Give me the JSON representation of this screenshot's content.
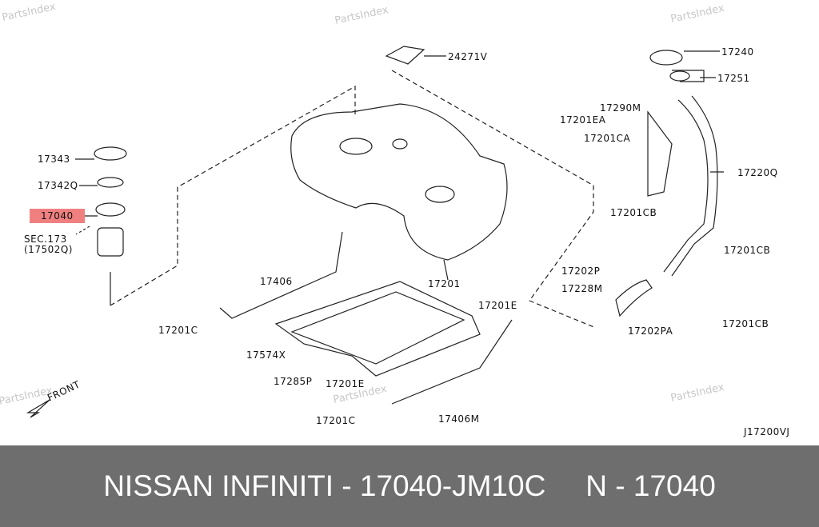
{
  "watermark": "PartsIndex",
  "labels": {
    "l24271V": "24271V",
    "l17240": "17240",
    "l17251": "17251",
    "l17290M": "17290M",
    "l17201EA": "17201EA",
    "l17201CA": "17201CA",
    "l17220Q": "17220Q",
    "l17343": "17343",
    "l17342Q": "17342Q",
    "l17040": "17040",
    "sec": "SEC.173",
    "sec2": "(17502Q)",
    "l17201CB_a": "17201CB",
    "l17201CB_b": "17201CB",
    "l17202P": "17202P",
    "l17228M": "17228M",
    "l17202PA": "17202PA",
    "l17201CB_c": "17201CB",
    "l17406": "17406",
    "l17201": "17201",
    "l17201E_a": "17201E",
    "l17201C_a": "17201C",
    "l17574X": "17574X",
    "l17285P": "17285P",
    "l17201E_b": "17201E",
    "l17406M": "17406M",
    "l17201C_b": "17201C",
    "front": "FRONT",
    "code": "J17200VJ"
  },
  "highlight_color": "#f08080",
  "footer": {
    "title": "NISSAN INFINITI - 17040-JM10C",
    "part": "N - 17040"
  }
}
